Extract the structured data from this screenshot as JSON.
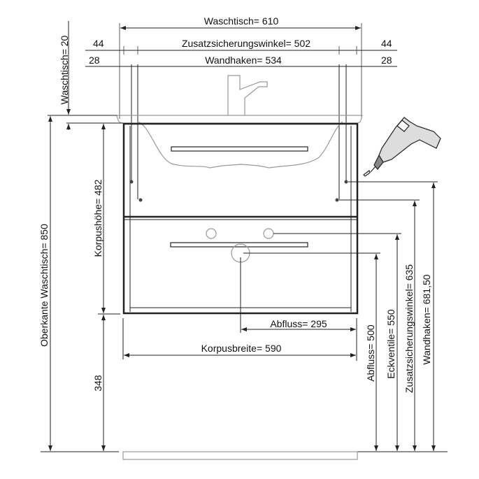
{
  "dimensions": {
    "waschtisch_width": "Waschtisch=  610",
    "zusatz_width": "Zusatzsicherungswinkel=  502",
    "zusatz_offset_left": "44",
    "zusatz_offset_right": "44",
    "wandhaken_width": "Wandhaken=  534",
    "wandhaken_offset_left": "28",
    "wandhaken_offset_right": "28",
    "waschtisch_height": "Waschtisch=  20",
    "oberkante": "Oberkante Waschtisch=  850",
    "korpushoehe": "Korpushöhe= 482",
    "floor_gap": "348",
    "abfluss_horizontal": "Abfluss=  295",
    "korpusbreite": "Korpusbreite=  590",
    "abfluss_height": "Abfluss=  500",
    "eckventile_height": "Eckventile=  550",
    "zusatz_height": "Zusatzsicherungswinkel=  635",
    "wandhaken_height": "Wandhaken=  681,50"
  },
  "icons": {
    "tool": "drill-icon",
    "faucet": "faucet-icon"
  }
}
